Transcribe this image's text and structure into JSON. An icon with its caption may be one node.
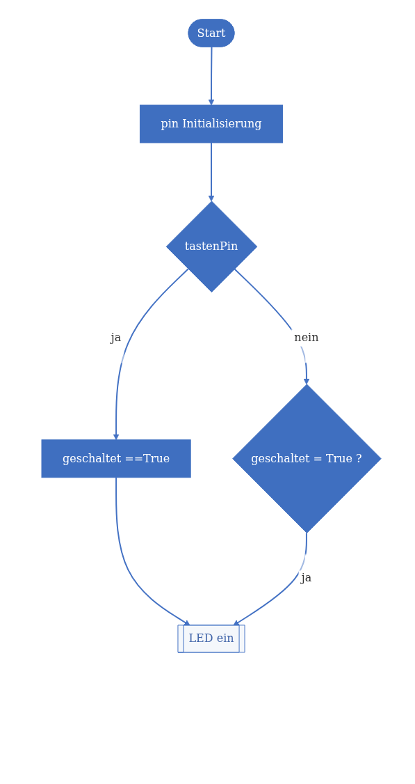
{
  "diagram": {
    "nodes": [
      {
        "text": [
          "Start"
        ]
      },
      {
        "text": [
          "pin Initialisierung"
        ]
      },
      {
        "text": [
          "tastenPin"
        ]
      },
      {
        "text": [
          "geschaltet = True ?"
        ]
      },
      {
        "text": [
          "geschaltet ==True"
        ]
      },
      {
        "text": [
          "LED ein"
        ]
      }
    ],
    "edges": [
      {
        "from": 0,
        "to": 1,
        "arrow": "to"
      },
      {
        "from": 1,
        "to": 2,
        "arrow": "to"
      },
      {
        "from": 2,
        "to": 3,
        "arrow": "to",
        "label": "nein"
      },
      {
        "from": 2,
        "to": 4,
        "arrow": "to",
        "label": "ja"
      },
      {
        "from": 4,
        "to": 5,
        "arrow": "to"
      },
      {
        "from": 3,
        "to": 5,
        "arrow": "to",
        "label": "ja"
      }
    ]
  }
}
